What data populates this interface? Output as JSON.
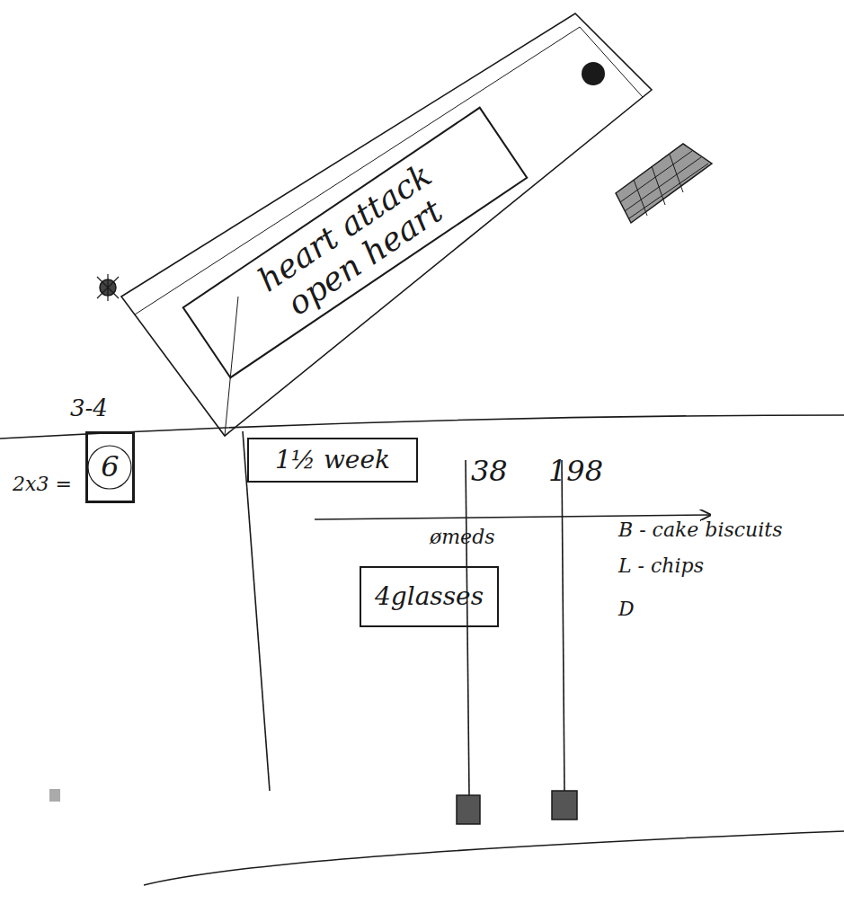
{
  "diagram": {
    "nodes": [
      {
        "text": [
          "heart attack",
          "open heart"
        ]
      },
      {
        "text": [
          "1½ week"
        ]
      },
      {
        "text": [
          "6"
        ]
      },
      {
        "text": [
          "4glasses"
        ]
      }
    ],
    "labels": [
      "38",
      "198",
      "3-4",
      "2x3 =",
      "ømeds",
      "B - cake biscuits",
      "L - chips",
      "D"
    ]
  }
}
